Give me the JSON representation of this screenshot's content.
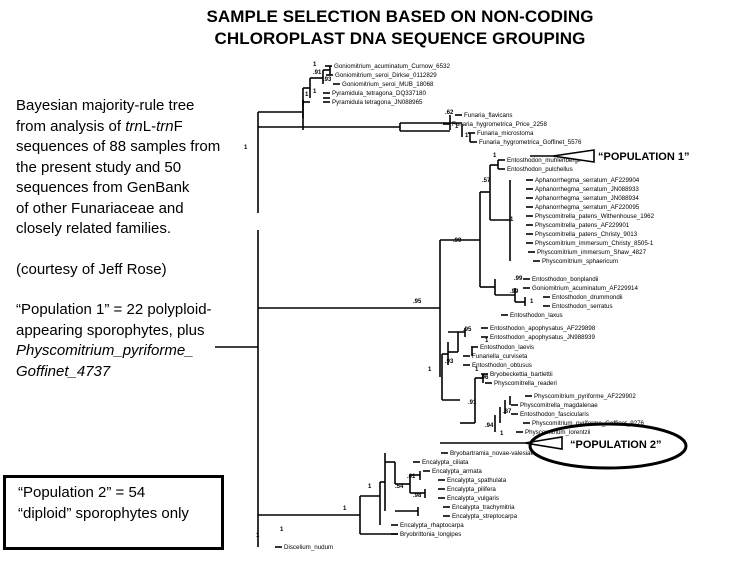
{
  "title": {
    "line1": "SAMPLE SELECTION BASED ON NON-CODING",
    "line2": "CHLOROPLAST DNA SEQUENCE GROUPING"
  },
  "description": {
    "para1_a": "Bayesian majority-rule tree from analysis of ",
    "gene1": "trn",
    "gene1_b": "L-",
    "gene2": "trn",
    "para1_b": "F sequences of 88 samples from the present study and 50 sequences from GenBank",
    "para1_c": "of other Funariaceae and closely related families.",
    "credit": "(courtesy of Jeff Rose)",
    "pop1_a": "“Population 1” = 22 polyploid-appearing sporophytes, plus",
    "pop1_italic": "Physcomitrium_pyriforme_ Goffinet_4737"
  },
  "pop2_box": {
    "line1": "“Population 2” = 54",
    "line2": "“diploid” sporophytes only"
  },
  "tree": {
    "taxa": [
      "Goniomitrium_acuminatum_Curnow_6532",
      "Goniomitrium_seroi_Dirkse_0112829",
      "Goniomitrium_seroi_MUB_18068",
      "Pyramidula_tetragona_DQ337180",
      "Pyramidula tetragona_JN088965",
      "Funaria_flavicans",
      "Funaria_hygrometrica_Price_2258",
      "Funaria_microstoma",
      "Funaria_hygrometrica_Goffinet_5576",
      "Entosthodon_muhlenbergii",
      "Entosthodon_pulchellus",
      "Aphanorrhegma_serratum_AF229904",
      "Aphanorrhegma_serratum_JN088933",
      "Aphanorrhegma_serratum_JN088934",
      "Aphanorrhegma_serratum_AF220095",
      "Physcomitrella_patens_Withenhouse_1962",
      "Physcomitrella_patens_AF229901",
      "Physcomitrella_patens_Christy_9013",
      "Physcomitrium_immersum_Christy_8505-1",
      "Physcomitrium_immersum_Shaw_4827",
      "Physcomitrium_sphaericum",
      "Entosthodon_bonplandii",
      "Goniomitrium_acuminatum_AF229914",
      "Entosthodon_drummondii",
      "Entosthodon_serratus",
      "Entosthodon_laxus",
      "Entosthodon_apophysatus_AF229898",
      "Entosthodon_apophysatus_JN988939",
      "Entosthodon_laevis",
      "Funariella_curviseta",
      "Entosthodon_obtusus",
      "Bryobeckettia_bartlettii",
      "Physcomitrella_readeri",
      "Physcomitrium_pyriforme_AF229902",
      "Physcomitrella_magdalenae",
      "Entosthodon_fascicularis",
      "Physcomitrium_pyriforme_Goffinet_9276",
      "Physcomitrium_lorentzii",
      "Bryobartramia_novae-valesiae",
      "Encalypta_ciliata",
      "Encalypta_armata",
      "Encalypta_spathulata",
      "Encalypta_pilifera",
      "Encalypta_vulgaris",
      "Encalypta_trachymitria",
      "Encalypta_streptocarpa",
      "Encalypta_rhaptocarpa",
      "Bryobrittonia_longipes",
      "Discelium_nudum"
    ],
    "supports": [
      {
        "v": "1"
      },
      {
        "v": ".91"
      },
      {
        "v": ".93"
      },
      {
        "v": "1"
      },
      {
        "v": "1"
      },
      {
        "v": "1"
      },
      {
        "v": ".62"
      },
      {
        "v": "1"
      },
      {
        "v": "1"
      },
      {
        "v": "1"
      },
      {
        "v": ".57"
      },
      {
        "v": "1"
      },
      {
        "v": ".99"
      },
      {
        "v": ".95"
      },
      {
        "v": ".99"
      },
      {
        "v": ".99"
      },
      {
        "v": "1"
      },
      {
        "v": "1"
      },
      {
        "v": ".95"
      },
      {
        "v": "1"
      },
      {
        "v": ".93"
      },
      {
        "v": "1"
      },
      {
        "v": ".96"
      },
      {
        "v": ".91"
      },
      {
        "v": ".87"
      },
      {
        "v": ".94"
      },
      {
        "v": "1"
      },
      {
        "v": ".54"
      },
      {
        "v": ".61"
      },
      {
        "v": ".98"
      },
      {
        "v": "1"
      },
      {
        "v": "1"
      },
      {
        "v": "1"
      },
      {
        "v": "1"
      }
    ],
    "callout_pop1": "“POPULATION 1”",
    "callout_pop2": "“POPULATION 2”"
  }
}
